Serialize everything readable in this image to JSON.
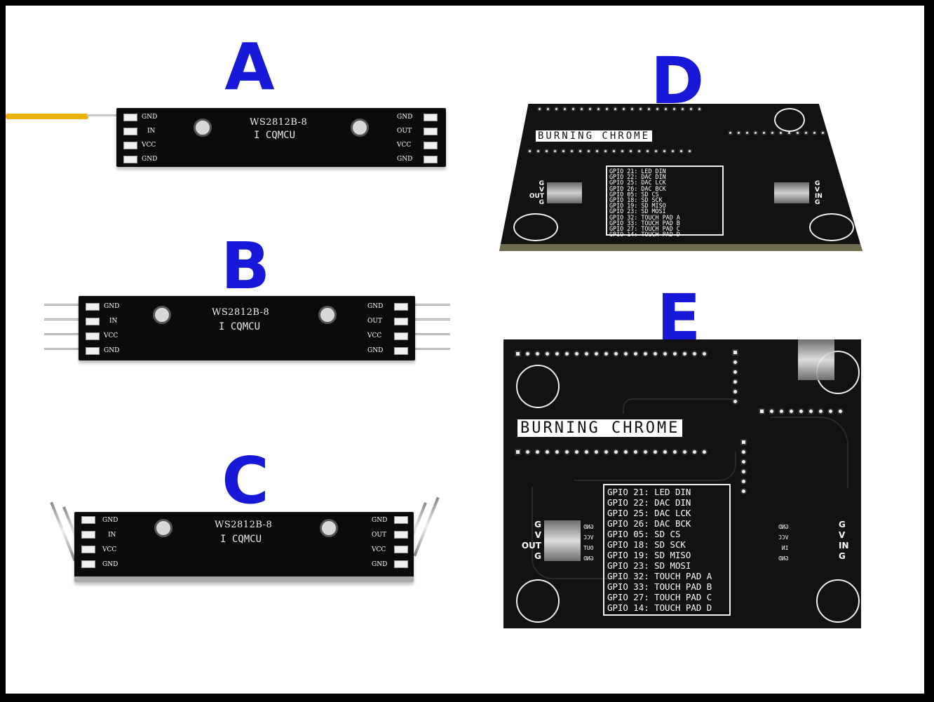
{
  "letters": [
    "A",
    "B",
    "C",
    "D",
    "E"
  ],
  "strip": {
    "model": "WS2812B-8",
    "brand": "I CQMCU",
    "left_pins": [
      "GND",
      "IN",
      "VCC",
      "GND"
    ],
    "right_pins": [
      "GND",
      "OUT",
      "VCC",
      "GND"
    ]
  },
  "board": {
    "name": "BURNING CHROME",
    "gpio": [
      "GPIO 21: LED DIN",
      "GPIO 22: DAC DIN",
      "GPIO 25: DAC LCK",
      "GPIO 26: DAC BCK",
      "GPIO 05: SD CS",
      "GPIO 18: SD SCK",
      "GPIO 19: SD MISO",
      "GPIO 23: SD MOSI",
      "GPIO 32: TOUCH PAD A",
      "GPIO 33: TOUCH PAD B",
      "GPIO 27: TOUCH PAD C",
      "GPIO 14: TOUCH PAD D"
    ],
    "left_header_labels": [
      "G",
      "V",
      "OUT",
      "G"
    ],
    "left_socket_labels": [
      "GND",
      "VCC",
      "OUT",
      "GND"
    ],
    "right_header_labels": [
      "G",
      "V",
      "IN",
      "G"
    ],
    "right_socket_labels": [
      "GND",
      "VCC",
      "IN",
      "GND"
    ]
  },
  "colors": {
    "letter": "#1818d8",
    "pcb": "#121212",
    "silk": "#ffffff",
    "wire": "#e8b400"
  }
}
